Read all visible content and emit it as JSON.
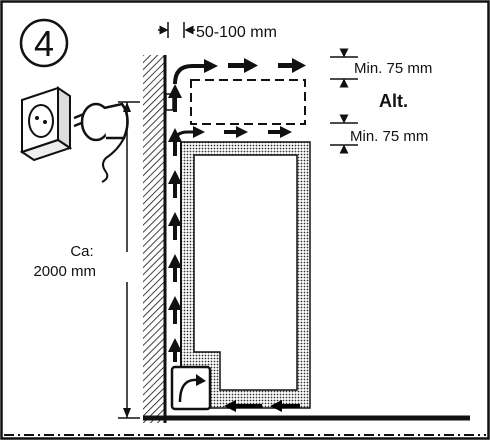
{
  "step_number": "4",
  "labels": {
    "gap": "50-100 mm",
    "min_top": "Min. 75 mm",
    "alt": "Alt.",
    "min_mid": "Min. 75 mm",
    "height_line1": "Ca:",
    "height_line2": "2000 mm"
  },
  "icons": {
    "socket": "wall-socket-icon",
    "plug": "power-plug-icon",
    "compressor": "compressor-icon"
  },
  "colors": {
    "line": "#111111",
    "background": "#ffffff"
  }
}
